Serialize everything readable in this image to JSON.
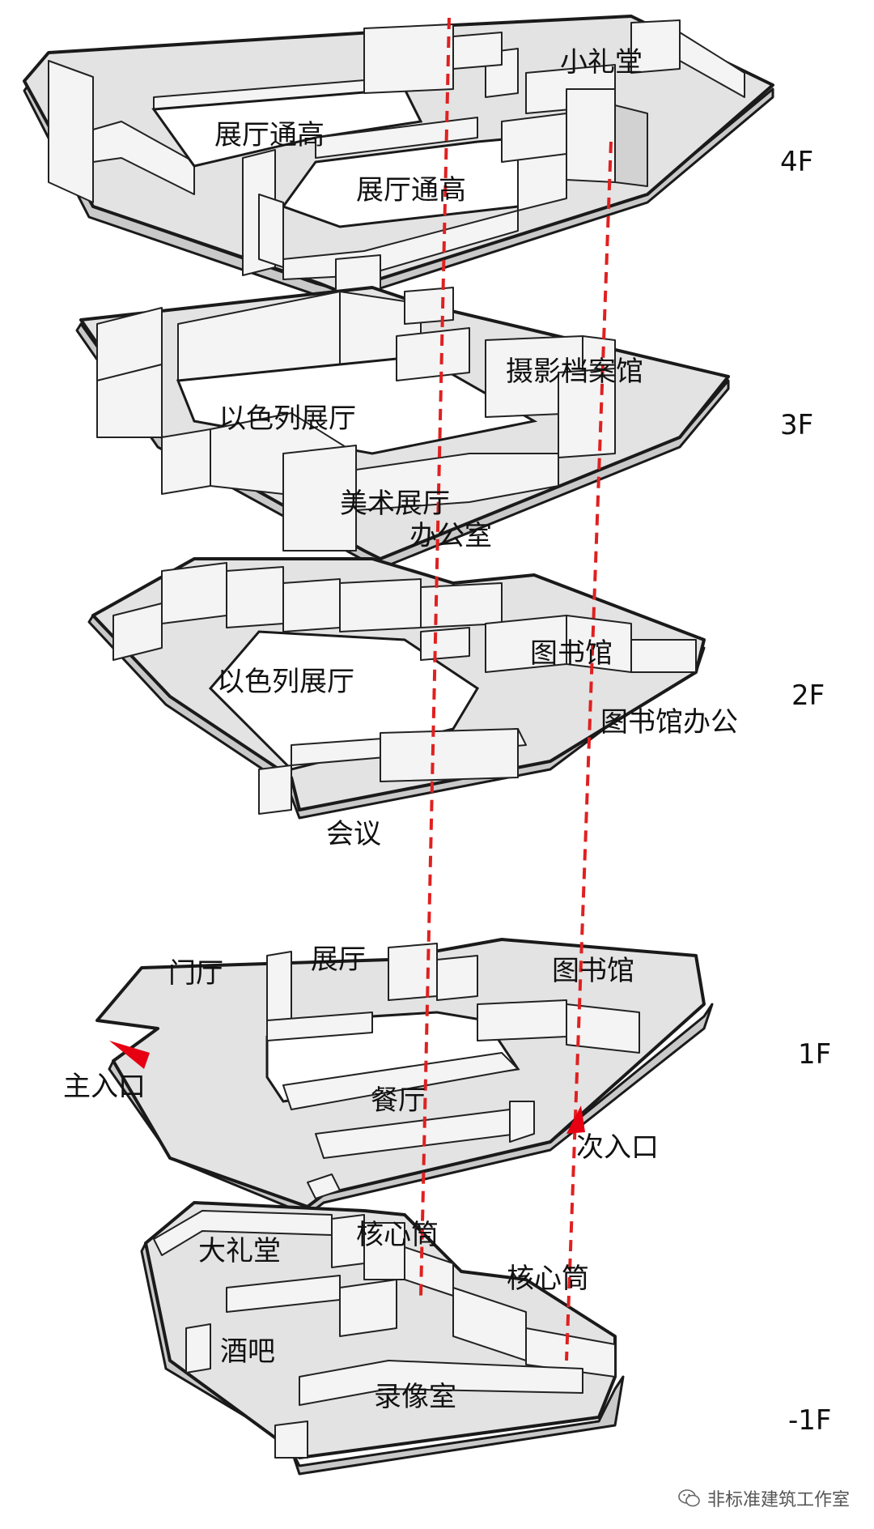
{
  "floors": {
    "f4": "4F",
    "f3": "3F",
    "f2": "2F",
    "f1": "1F",
    "fb1": "-1F"
  },
  "labels": {
    "f4": {
      "small_hall": "小礼堂",
      "atrium_a": "展厅通高",
      "atrium_b": "展厅通高"
    },
    "f3": {
      "photo_archive": "摄影档案馆",
      "israel_gallery": "以色列展厅",
      "art_gallery": "美术展厅",
      "office": "办公室"
    },
    "f2": {
      "library": "图书馆",
      "israel_gallery": "以色列展厅",
      "library_office": "图书馆办公",
      "meeting": "会议"
    },
    "f1": {
      "lobby": "门厅",
      "gallery": "展厅",
      "library": "图书馆",
      "main_entrance": "主入口",
      "restaurant": "餐厅",
      "side_entrance": "次入口"
    },
    "fb1": {
      "core_a": "核心筒",
      "auditorium": "大礼堂",
      "core_b": "核心筒",
      "bar": "酒吧",
      "recording_room": "录像室"
    }
  },
  "watermark": "非标准建筑工作室",
  "colors": {
    "axis": "#e02020",
    "arrow": "#e60012",
    "slab": "#e3e3e3"
  }
}
